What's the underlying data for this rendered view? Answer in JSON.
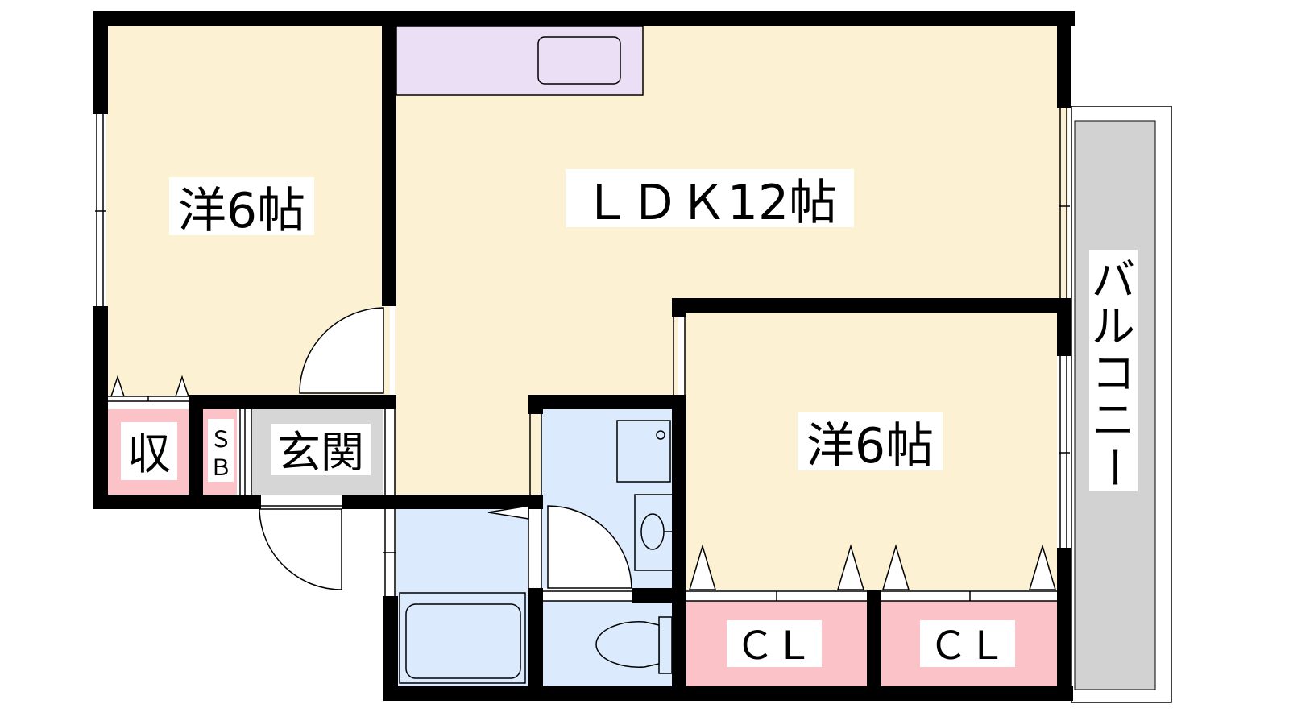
{
  "rooms": {
    "western_left": "洋6帖",
    "ldk": "ＬＤＫ12帖",
    "western_right": "洋6帖",
    "storage": "収",
    "shoe_box": "ＳＢ",
    "entrance": "玄関",
    "closet_1": "ＣＬ",
    "closet_2": "ＣＬ",
    "balcony": "バルコニー"
  },
  "colors": {
    "room_beige": "#fcf1d2",
    "kitchen_purple": "#ebdff5",
    "wet_area_blue": "#dbeafd",
    "closet_pink": "#fbc3c7",
    "entrance_gray": "#d6d6d6",
    "balcony_gray": "#d2d2d2",
    "wall_black": "#000000"
  },
  "icons": {
    "kitchen_sink": "kitchen-sink-icon",
    "bathtub": "bathtub-icon",
    "toilet": "toilet-icon",
    "washbasin": "washbasin-icon",
    "washing_machine_area": "washer-pan-icon"
  }
}
